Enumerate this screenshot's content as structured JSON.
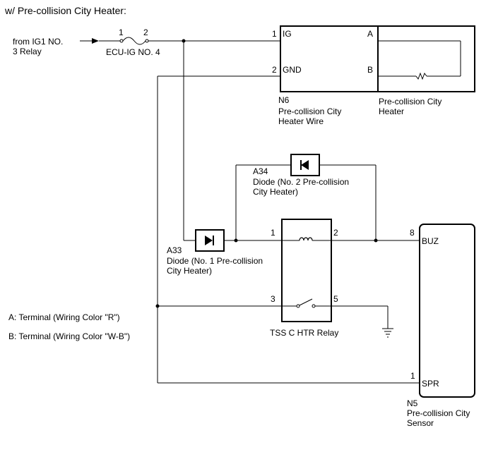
{
  "title": "w/ Pre-collision City Heater:",
  "source": {
    "line1": "from IG1 NO.",
    "line2": "3 Relay"
  },
  "fuse": {
    "pin1": "1",
    "pin2": "2",
    "name": "ECU-IG NO. 4"
  },
  "n6": {
    "pin_ig_num": "1",
    "pin_ig_name": "IG",
    "pin_gnd_num": "2",
    "pin_gnd_name": "GND",
    "code": "N6",
    "name_line1": "Pre-collision City",
    "name_line2": "Heater Wire"
  },
  "heater": {
    "terminal_a": "A",
    "terminal_b": "B",
    "name_line1": "Pre-collision City",
    "name_line2": "Heater"
  },
  "a34": {
    "code": "A34",
    "line1": "Diode (No. 2 Pre-collision",
    "line2": "City Heater)"
  },
  "a33": {
    "code": "A33",
    "line1": "Diode (No. 1 Pre-collision",
    "line2": "City Heater)"
  },
  "relay": {
    "pin1": "1",
    "pin2": "2",
    "pin3": "3",
    "pin5": "5",
    "name": "TSS C HTR Relay"
  },
  "n5": {
    "pin_buz_num": "8",
    "pin_buz_name": "BUZ",
    "pin_spr_num": "1",
    "pin_spr_name": "SPR",
    "code": "N5",
    "name_line1": "Pre-collision City",
    "name_line2": "Sensor"
  },
  "notes": {
    "a": "A: Terminal (Wiring Color \"R\")",
    "b": "B: Terminal (Wiring Color \"W-B\")"
  }
}
